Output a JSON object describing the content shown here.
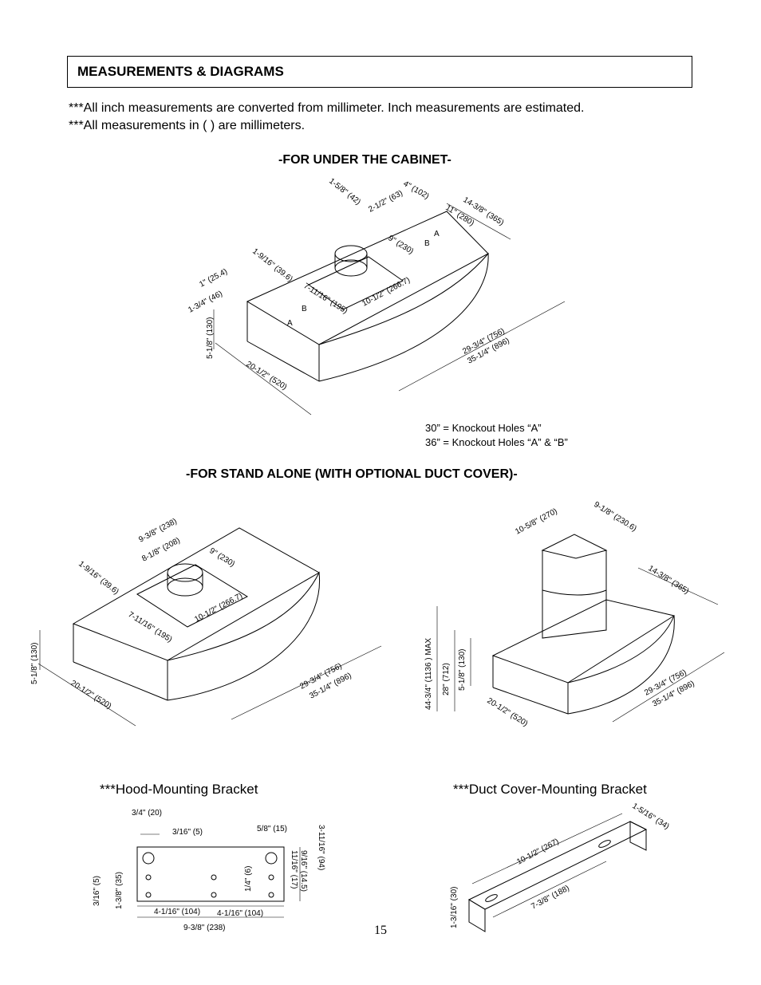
{
  "header": {
    "title": "MEASUREMENTS & DIAGRAMS"
  },
  "notes": [
    "***All inch measurements are converted from millimeter.  Inch measurements are estimated.",
    "***All measurements in ( ) are millimeters."
  ],
  "under_cabinet": {
    "heading": "-FOR UNDER THE CABINET-",
    "dims": {
      "d1": "1-5/8\" (42)",
      "d2": "4\" (102)",
      "d3": "2-1/2\" (63)",
      "d4": "14-3/8\" (365)",
      "d5": "11\" (280)",
      "d6": "9\" (230)",
      "d7": "1-9/16\" (39.6)",
      "d8": "1\" (25.4)",
      "d9": "1-3/4\" (46)",
      "d10": "7-11/16\" (195)",
      "d11": "10-1/2\" (266.7)",
      "d12": "5-1/8\" (130)",
      "d13": "20-1/2\" (520)",
      "d14": "29-3/4\" (756)",
      "d15": "35-1/4\" (896)"
    },
    "hole_a": "A",
    "hole_b": "B",
    "knockout_notes": [
      "30” = Knockout Holes “A”",
      "36” = Knockout Holes “A” & “B”"
    ]
  },
  "stand_alone": {
    "heading": "-FOR STAND ALONE (WITH OPTIONAL DUCT COVER)-",
    "left_dims": {
      "d1": "9-3/8\" (238)",
      "d2": "8-1/8\" (208)",
      "d3": "9\" (230)",
      "d4": "1-9/16\" (39.6)",
      "d5": "7-11/16\" (195)",
      "d6": "10-1/2\" (266.7)",
      "d7": "5-1/8\" (130)",
      "d8": "20-1/2\" (520)",
      "d9": "29-3/4\" (756)",
      "d10": "35-1/4\" (896)"
    },
    "right_dims": {
      "d1": "10-5/8\" (270)",
      "d2": "9-1/8\" (230.6)",
      "d3": "14-3/8\" (365)",
      "d4": "44-3/4\" (1136 ) MAX",
      "d5": "28\" (712)",
      "d6": "5-1/8\" (130)",
      "d7": "20-1/2\" (520)",
      "d8": "29-3/4\" (756)",
      "d9": "35-1/4\" (896)"
    }
  },
  "hood_bracket": {
    "caption": "***Hood-Mounting Bracket",
    "dims": {
      "d1": "3/4\" (20)",
      "d2": "3/16\" (5)",
      "d3": "5/8\" (15)",
      "d4": "3-11/16\" (94)",
      "d5": "9/16\" (14.5)",
      "d6": "11/16\" (17)",
      "d7": "1/4\" (6)",
      "d8": "1-3/8\" (35)",
      "d9": "3/16\" (5)",
      "d10": "4-1/16\" (104)",
      "d11": "4-1/16\" (104)",
      "d12": "9-3/8\" (238)"
    }
  },
  "duct_bracket": {
    "caption": "***Duct Cover-Mounting Bracket",
    "dims": {
      "d1": "1-5/16\" (34)",
      "d2": "10-1/2\" (267)",
      "d3": "7-3/8\" (188)",
      "d4": "1-3/16\" (30)"
    }
  },
  "footer": {
    "page_number": "15"
  }
}
